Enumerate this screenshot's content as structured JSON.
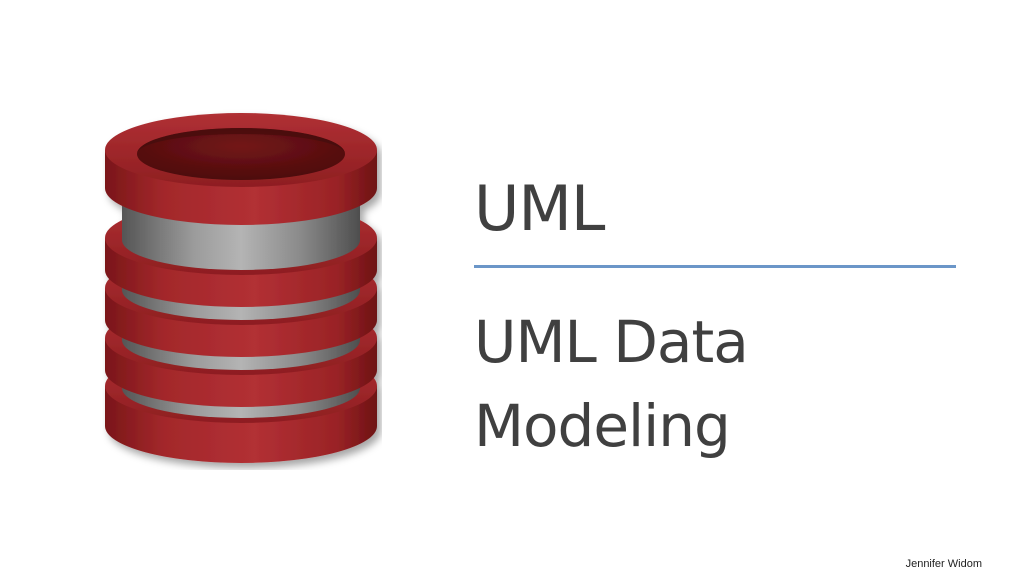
{
  "slide": {
    "title": "UML",
    "subtitle_line1": "UML Data",
    "subtitle_line2": "Modeling",
    "author": "Jennifer Widom"
  },
  "logo": {
    "icon": "database-icon",
    "disk_color": "#a3282b",
    "band_color": "#7d7d7d"
  },
  "colors": {
    "divider": "#6b96c8",
    "text": "#404040"
  }
}
